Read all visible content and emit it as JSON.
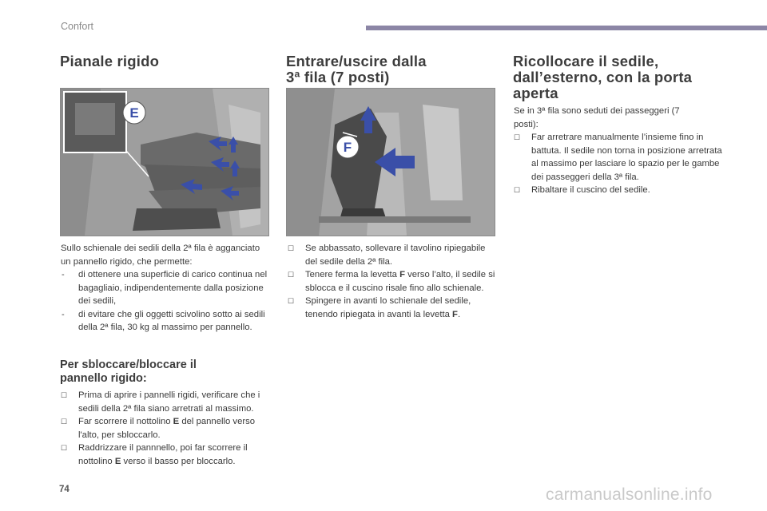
{
  "header": {
    "section": "Confort"
  },
  "page_number": "74",
  "watermark": "carmanualsonline.info",
  "col1": {
    "title": "Pianale rigido",
    "figure_label": "E",
    "intro": "Sullo schienale dei sedili della 2ª fila è agganciato un pannello rigido, che permette:",
    "bullets": [
      "di ottenere una superficie di carico continua nel bagagliaio, indipendentemente dalla posizione dei sedili,",
      "di evitare che gli oggetti scivolino sotto ai sedili della 2ª fila, 30 kg al massimo per pannello."
    ],
    "subtitle": "Per sbloccare/bloccare il pannello rigido:",
    "steps": [
      {
        "text": "Prima di aprire i pannelli rigidi, verificare che i sedili della 2ª fila siano arretrati al massimo."
      },
      {
        "pre": "Far scorrere il nottolino ",
        "key": "E",
        "post": " del pannello verso l'alto, per sbloccarlo."
      },
      {
        "pre": "Raddrizzare il pannnello, poi far scorrere il nottolino ",
        "key": "E",
        "post": " verso il basso per bloccarlo."
      }
    ]
  },
  "col2": {
    "title_line1": "Entrare/uscire dalla",
    "title_line2": "3ª fila (7 posti)",
    "figure_label": "F",
    "steps": [
      {
        "text": "Se abbassato, sollevare il tavolino ripiegabile del sedile della 2ª fila."
      },
      {
        "pre": "Tenere ferma la levetta ",
        "key": "F",
        "post": " verso l’alto, il sedile si sblocca e il cuscino risale fino allo schienale."
      },
      {
        "pre": "Spingere in avanti lo schienale del sedile, tenendo ripiegata in avanti la levetta ",
        "key": "F",
        "post": "."
      }
    ]
  },
  "col3": {
    "title_line1": "Ricollocare il sedile,",
    "title_line2": "dall’esterno, con la porta",
    "title_line3": "aperta",
    "intro": "Se in 3ª fila sono seduti dei passeggeri (7 posti):",
    "steps": [
      "Far arretrare manualmente l’insieme fino in battuta. Il sedile non torna in posizione arretrata al massimo per lasciare lo spazio per le gambe dei passeggeri della 3ª fila.",
      "Ribaltare il cuscino del sedile."
    ]
  },
  "icons": {
    "bullet": "checkbox-bullet-icon",
    "dash": "-"
  },
  "colors": {
    "accent_bar": "#8c86a6",
    "arrow_blue": "#3a4fa8",
    "figure_bg": "#9b9b9b"
  }
}
